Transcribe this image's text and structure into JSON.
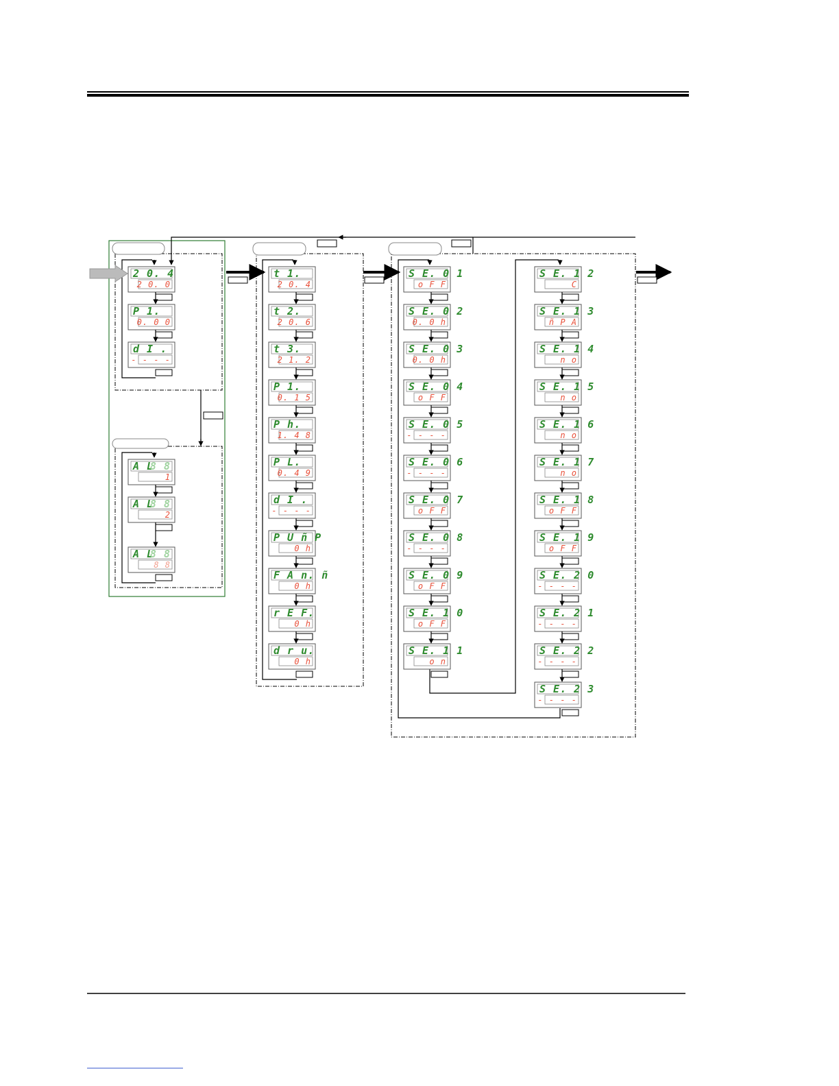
{
  "colors": {
    "digit_green": "#2e8b2e",
    "digit_red": "#e8503a",
    "frame_green": "#2e7d32",
    "line": "#000000"
  },
  "groups": {
    "monitor": {
      "items": [
        {
          "top": "2 0. 4",
          "bottom": "2 0. 0"
        },
        {
          "top": "P 1.",
          "bottom": "0. 0 0"
        },
        {
          "top": "d I .",
          "bottom": "- - - -"
        }
      ]
    },
    "alarm": {
      "items": [
        {
          "top": "A L",
          "top_dim": "8 8",
          "bottom": "1"
        },
        {
          "top": "A L",
          "top_dim": "8 8",
          "bottom": "2"
        },
        {
          "top": "A L",
          "top_dim": "8 8",
          "bottom": "",
          "bottom_dim": "8 8"
        }
      ]
    },
    "operation": {
      "items": [
        {
          "top": "t 1.",
          "bottom": "2 0. 4"
        },
        {
          "top": "t 2.",
          "bottom": "2 0. 6"
        },
        {
          "top": "t 3.",
          "bottom": "2 1. 2"
        },
        {
          "top": "P 1.",
          "bottom": "0. 1 5"
        },
        {
          "top": "P h.",
          "bottom": "1. 4 8"
        },
        {
          "top": "P L.",
          "bottom": "0. 4 9"
        },
        {
          "top": "d I .",
          "bottom": "- - - -"
        },
        {
          "top": "P U ñ P",
          "bottom": "0 h"
        },
        {
          "top": "F A n. ñ",
          "bottom": "0 h"
        },
        {
          "top": "r E F.",
          "bottom": "0 h"
        },
        {
          "top": "d r u.",
          "bottom": "0 h"
        }
      ]
    },
    "settings_a": {
      "items": [
        {
          "top": "S E. 0 1",
          "bottom": "o F F"
        },
        {
          "top": "S E. 0 2",
          "bottom": "0. 0 h"
        },
        {
          "top": "S E. 0 3",
          "bottom": "0. 0 h"
        },
        {
          "top": "S E. 0 4",
          "bottom": "o F F"
        },
        {
          "top": "S E. 0 5",
          "bottom": "- - - -"
        },
        {
          "top": "S E. 0 6",
          "bottom": "- - - -"
        },
        {
          "top": "S E. 0 7",
          "bottom": "o F F"
        },
        {
          "top": "S E. 0 8",
          "bottom": "- - - -"
        },
        {
          "top": "S E. 0 9",
          "bottom": "o F F"
        },
        {
          "top": "S E. 1 0",
          "bottom": "o F F"
        },
        {
          "top": "S E. 1 1",
          "bottom": "o n"
        }
      ]
    },
    "settings_b": {
      "items": [
        {
          "top": "S E. 1 2",
          "bottom": "C"
        },
        {
          "top": "S E. 1 3",
          "bottom": "ñ P A"
        },
        {
          "top": "S E. 1 4",
          "bottom": "n o"
        },
        {
          "top": "S E. 1 5",
          "bottom": "n o"
        },
        {
          "top": "S E. 1 6",
          "bottom": "n o"
        },
        {
          "top": "S E. 1 7",
          "bottom": "n o"
        },
        {
          "top": "S E. 1 8",
          "bottom": "o F F"
        },
        {
          "top": "S E. 1 9",
          "bottom": "o F F"
        },
        {
          "top": "S E. 2 0",
          "bottom": "- - - -"
        },
        {
          "top": "S E. 2 1",
          "bottom": "- - - -"
        },
        {
          "top": "S E. 2 2",
          "bottom": "- - - -"
        },
        {
          "top": "S E. 2 3",
          "bottom": "- - - -"
        }
      ]
    }
  }
}
